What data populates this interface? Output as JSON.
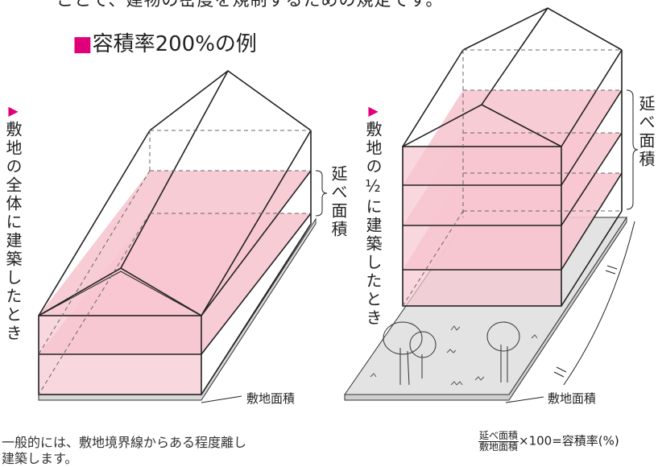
{
  "intro_text": "ことで、建物の密度を規制するための規定です。",
  "title_marker": "■",
  "title": "容積率200%の例",
  "left_side_label": "敷地の全体に建築したとき",
  "right_side_label_part1": "敷地の",
  "right_side_label_fraction": "½",
  "right_side_label_part2": "に建築したとき",
  "marker_arrow": "▶",
  "floor_area_label": "延べ面積",
  "site_area_label": "敷地面積",
  "caption_line1": "一般的には、敷地境界線からある程度離し",
  "caption_line2": "建築します。",
  "formula": {
    "numerator": "延べ面積",
    "denominator": "敷地面積",
    "rest": "×100=容積率(%)"
  },
  "colors": {
    "floor_fill": "#f7c6d0",
    "accent": "#e0007a",
    "site_fill": "#d9d9d9"
  }
}
